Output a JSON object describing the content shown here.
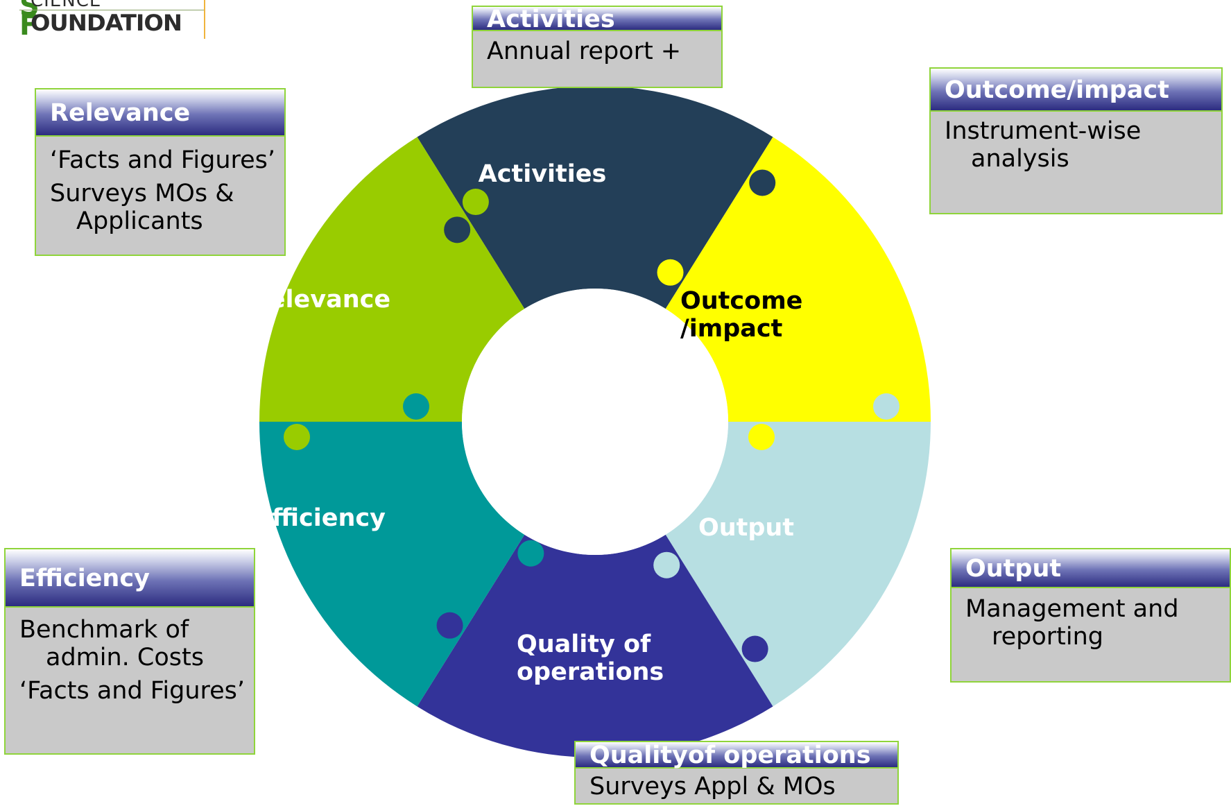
{
  "logo": {
    "line1": "CIENCE",
    "line2": "OUNDATION"
  },
  "wheel": {
    "segments": [
      {
        "key": "activities",
        "label_lines": [
          "Activities"
        ],
        "fill": "#233f58",
        "text_color": "#ffffff"
      },
      {
        "key": "outcome",
        "label_lines": [
          "Outcome",
          "/impact"
        ],
        "fill": "#ffff00",
        "text_color": "#000000"
      },
      {
        "key": "output",
        "label_lines": [
          "Output"
        ],
        "fill": "#b7dfe2",
        "text_color": "#ffffff"
      },
      {
        "key": "quality",
        "label_lines": [
          "Quality of",
          "operations"
        ],
        "fill": "#333399",
        "text_color": "#ffffff"
      },
      {
        "key": "efficiency",
        "label_lines": [
          "Efficiency"
        ],
        "fill": "#009999",
        "text_color": "#ffffff"
      },
      {
        "key": "relevance",
        "label_lines": [
          "Relevance"
        ],
        "fill": "#99cc00",
        "text_color": "#ffffff"
      }
    ]
  },
  "boxes": {
    "activities": {
      "title": "Activities",
      "items": [
        "Annual report +"
      ]
    },
    "outcome": {
      "title": "Outcome/impact",
      "items": [
        "Instrument-wise analysis"
      ]
    },
    "relevance": {
      "title": "Relevance",
      "items": [
        "‘Facts and Figures’",
        "Surveys MOs & Applicants"
      ]
    },
    "efficiency": {
      "title": "Efficiency",
      "items": [
        "Benchmark of admin. Costs",
        "‘Facts and Figures’"
      ]
    },
    "output": {
      "title": "Output",
      "items": [
        "Management and reporting"
      ]
    },
    "quality": {
      "title": "Qualityof operations",
      "items": [
        "Surveys Appl & MOs"
      ]
    }
  },
  "colors": {
    "box_border": "#8fd43a",
    "box_fill": "#c9c9c9",
    "header_dark": "#2c2c80"
  }
}
